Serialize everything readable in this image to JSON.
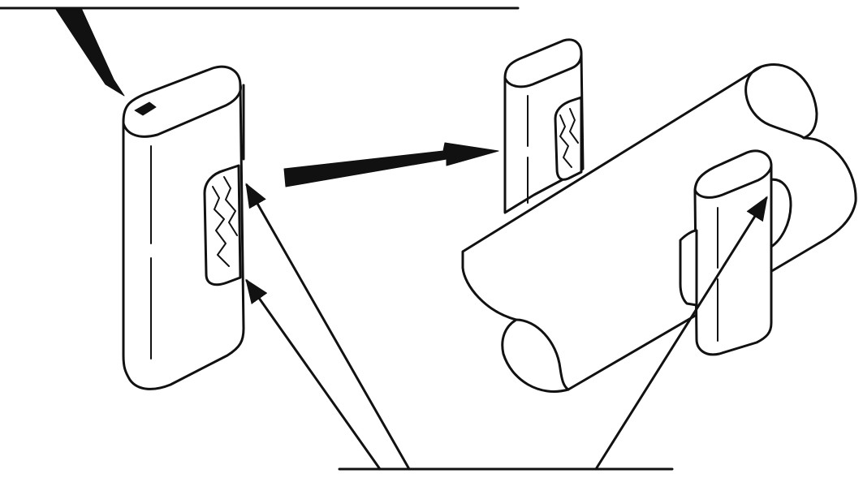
{
  "colors": {
    "line": "#111111",
    "background": "#ffffff"
  },
  "figure": {
    "components": [
      {
        "id": "fuse-left",
        "kind": "cartridge-fuse",
        "view": "removed"
      },
      {
        "id": "fuse-upper-right",
        "kind": "cartridge-fuse",
        "view": "installed"
      },
      {
        "id": "fuse-lower-right",
        "kind": "cartridge-fuse",
        "view": "installed"
      },
      {
        "id": "holder-tube",
        "kind": "cylindrical-holder"
      }
    ],
    "callouts": [
      {
        "id": "callout-top",
        "target": "fuse-left-top-notch"
      },
      {
        "id": "callout-bottom-a",
        "target": "fuse-left-upper-contact"
      },
      {
        "id": "callout-bottom-b",
        "target": "fuse-left-lower-contact"
      },
      {
        "id": "callout-bottom-c",
        "target": "fuse-lower-right-contact"
      }
    ]
  }
}
